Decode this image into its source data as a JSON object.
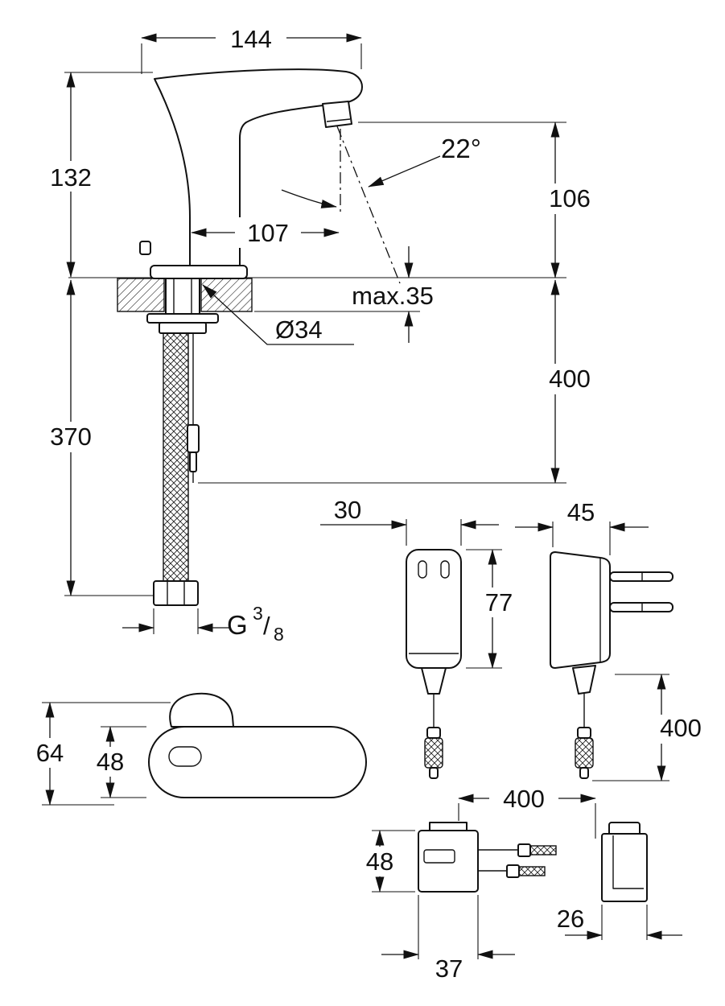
{
  "drawing": {
    "background": "#ffffff",
    "line_color": "#111111",
    "dims": {
      "spout_width": "144",
      "body_height": "132",
      "spout_angle": "22°",
      "outlet_height": "106",
      "spout_reach": "107",
      "deck_thickness": "max.35",
      "hole_diameter": "Ø34",
      "cable_length": "400",
      "hose_length": "370",
      "psu_width": "30",
      "plug_width": "45",
      "psu_height": "77",
      "thread_g": "G",
      "thread_numerator": "3",
      "thread_slash": "/",
      "thread_denominator": "8",
      "topview_height": "64",
      "topview_body": "48",
      "plug_cable_length": "400",
      "box_cable_length": "400",
      "box_height": "48",
      "box_width": "37",
      "cover_width": "26"
    }
  }
}
